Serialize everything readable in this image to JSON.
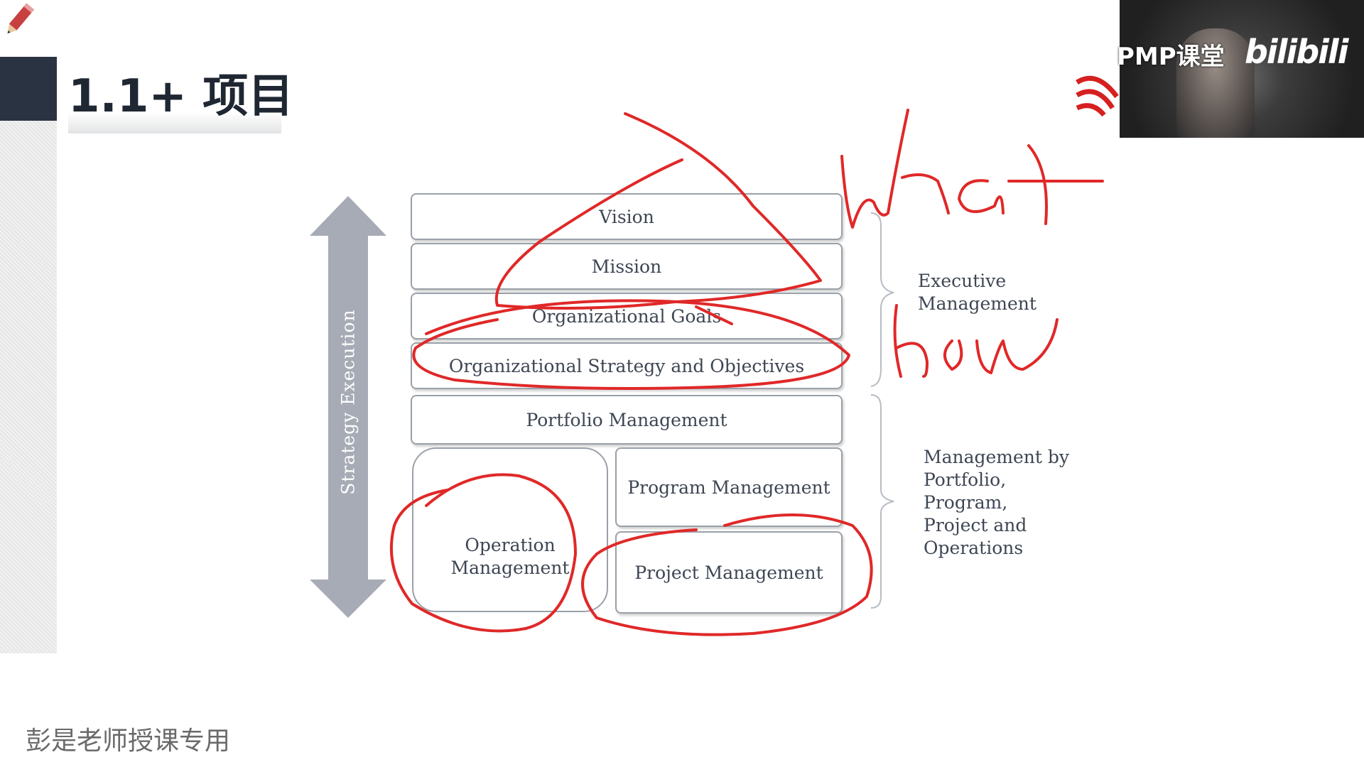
{
  "slide": {
    "title": "1.1+ 项目",
    "footer": "彭是老师授课专用"
  },
  "webcam": {
    "brand": "PMP课堂",
    "platform": "bilibili"
  },
  "diagram": {
    "arrow_label": "Strategy Execution",
    "boxes": {
      "vision": "Vision",
      "mission": "Mission",
      "goals": "Organizational Goals",
      "strategy": "Organizational Strategy and Objectives",
      "portfolio": "Portfolio Management",
      "program": "Program Management",
      "operation_1": "Operation",
      "operation_2": "Management",
      "project": "Project Management"
    },
    "executive_1": "Executive",
    "executive_2": "Management",
    "mgmt_by": [
      "Management by",
      "Portfolio,",
      "Program,",
      "Project and",
      "Operations"
    ]
  },
  "annotations": {
    "ink_color": "#e02828",
    "handwriting": [
      "what",
      "how"
    ]
  },
  "colors": {
    "arrow": "#a7abb5",
    "box_border": "#9aa0a8",
    "text": "#3e4654"
  }
}
